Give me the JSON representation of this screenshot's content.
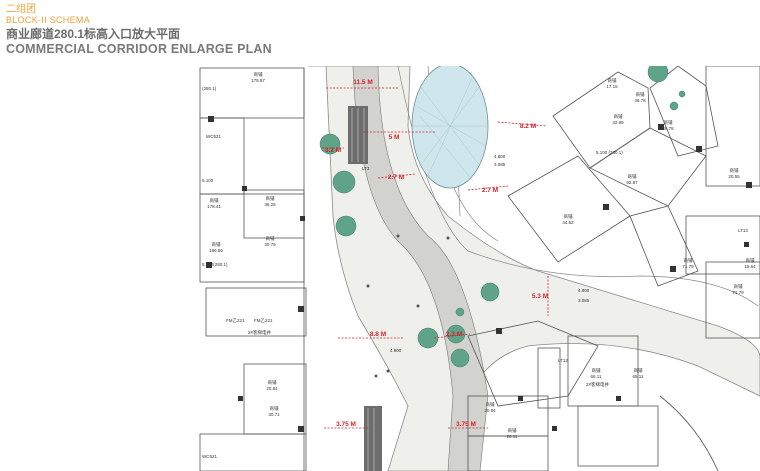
{
  "header": {
    "tag_cn": "二组团",
    "tag_en": "BLOCK-II  SCHEMA",
    "title_cn": "商业廊道280.1标高入口放大平面",
    "title_en": "COMMERCIAL CORRIDOR ENLARGE PLAN"
  },
  "colors": {
    "accent": "#e8a33a",
    "dimension": "#d8202a",
    "tree": "#5fa388",
    "glass": "#cfe7ec"
  },
  "dimensions": [
    "11.5 M",
    "5 M",
    "8.2 M",
    "3.2 M",
    "2.7 M",
    "2.7 M",
    "5.3 M",
    "8.8 M",
    "2.3 M",
    "3.75 M",
    "3.75 M"
  ],
  "shops": [
    {
      "name": "商铺",
      "area": "175.87"
    },
    {
      "name": "商铺",
      "area": "178.41"
    },
    {
      "name": "商铺",
      "area": "36.25"
    },
    {
      "name": "商铺",
      "area": "186.56"
    },
    {
      "name": "商铺",
      "area": "30.79"
    },
    {
      "name": "商铺",
      "area": "20.84"
    },
    {
      "name": "商铺",
      "area": "30.71"
    },
    {
      "name": "商铺",
      "area": "17.15"
    },
    {
      "name": "商铺",
      "area": "49.78"
    },
    {
      "name": "商铺",
      "area": "32.99"
    },
    {
      "name": "商铺",
      "area": "49.78"
    },
    {
      "name": "商铺",
      "area": "92.87"
    },
    {
      "name": "商铺",
      "area": "20.55"
    },
    {
      "name": "商铺",
      "area": "44.52"
    },
    {
      "name": "商铺",
      "area": "71.79"
    },
    {
      "name": "商铺",
      "area": "15.64"
    },
    {
      "name": "商铺",
      "area": "71.79"
    },
    {
      "name": "商铺",
      "area": "65.11"
    },
    {
      "name": "商铺",
      "area": "65.11"
    },
    {
      "name": "商铺",
      "area": "20.84"
    },
    {
      "name": "商铺",
      "area": "26.11"
    }
  ],
  "levels": [
    "(280.1)",
    "5.100",
    "5.100 (280.1)",
    "4.800",
    "3.085",
    "4.800",
    "5.100(280.1)",
    "4.800",
    "3.085"
  ],
  "core_labels": [
    "LT13",
    "LT12",
    "LT3",
    "FM乙221",
    "FM乙221",
    "WC521",
    "WC521",
    "2#客梯电井",
    "2#客梯电井"
  ]
}
